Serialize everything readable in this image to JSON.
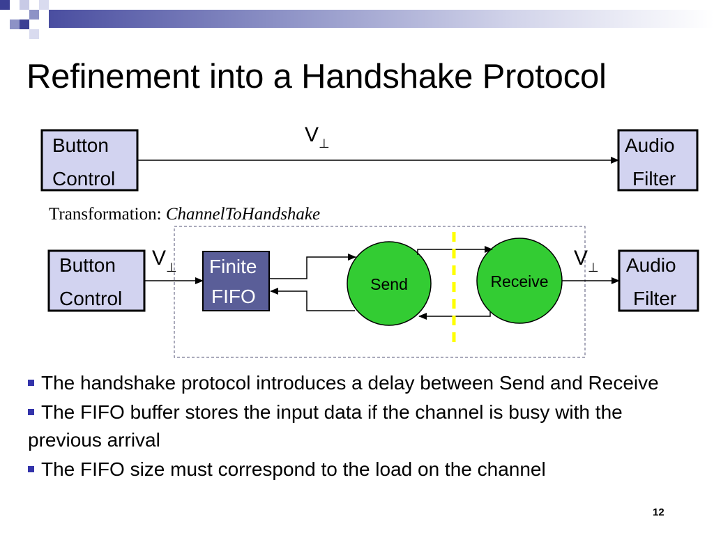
{
  "title": "Refinement into a Handshake Protocol",
  "top_row": {
    "left_box": [
      "Button",
      "Control"
    ],
    "right_box": [
      "Audio",
      "Filter"
    ],
    "signal_label": "V",
    "signal_symbol": "⊥"
  },
  "transformation": {
    "prefix": "Transformation: ",
    "name": "ChannelToHandshake"
  },
  "bottom_row": {
    "left_box": [
      "Button",
      "Control"
    ],
    "fifo_box": [
      "Finite",
      "FIFO"
    ],
    "send": "Send",
    "receive": "Receive",
    "right_box": [
      "Audio",
      "Filter"
    ],
    "in_label": "V",
    "out_label": "V",
    "symbol": "⊥"
  },
  "bullets": [
    "The handshake protocol introduces a delay between Send and Receive",
    "The FIFO buffer stores the input data if the channel is busy with the previous arrival",
    "The FIFO size must correspond to the load on the channel"
  ],
  "slide_number": "12",
  "colors": {
    "box_fill": "#d2d3f0",
    "fifo_fill": "#5a5e98",
    "circle_fill": "#33cc33",
    "divider": "#ffff00",
    "bullet": "#3333aa"
  }
}
